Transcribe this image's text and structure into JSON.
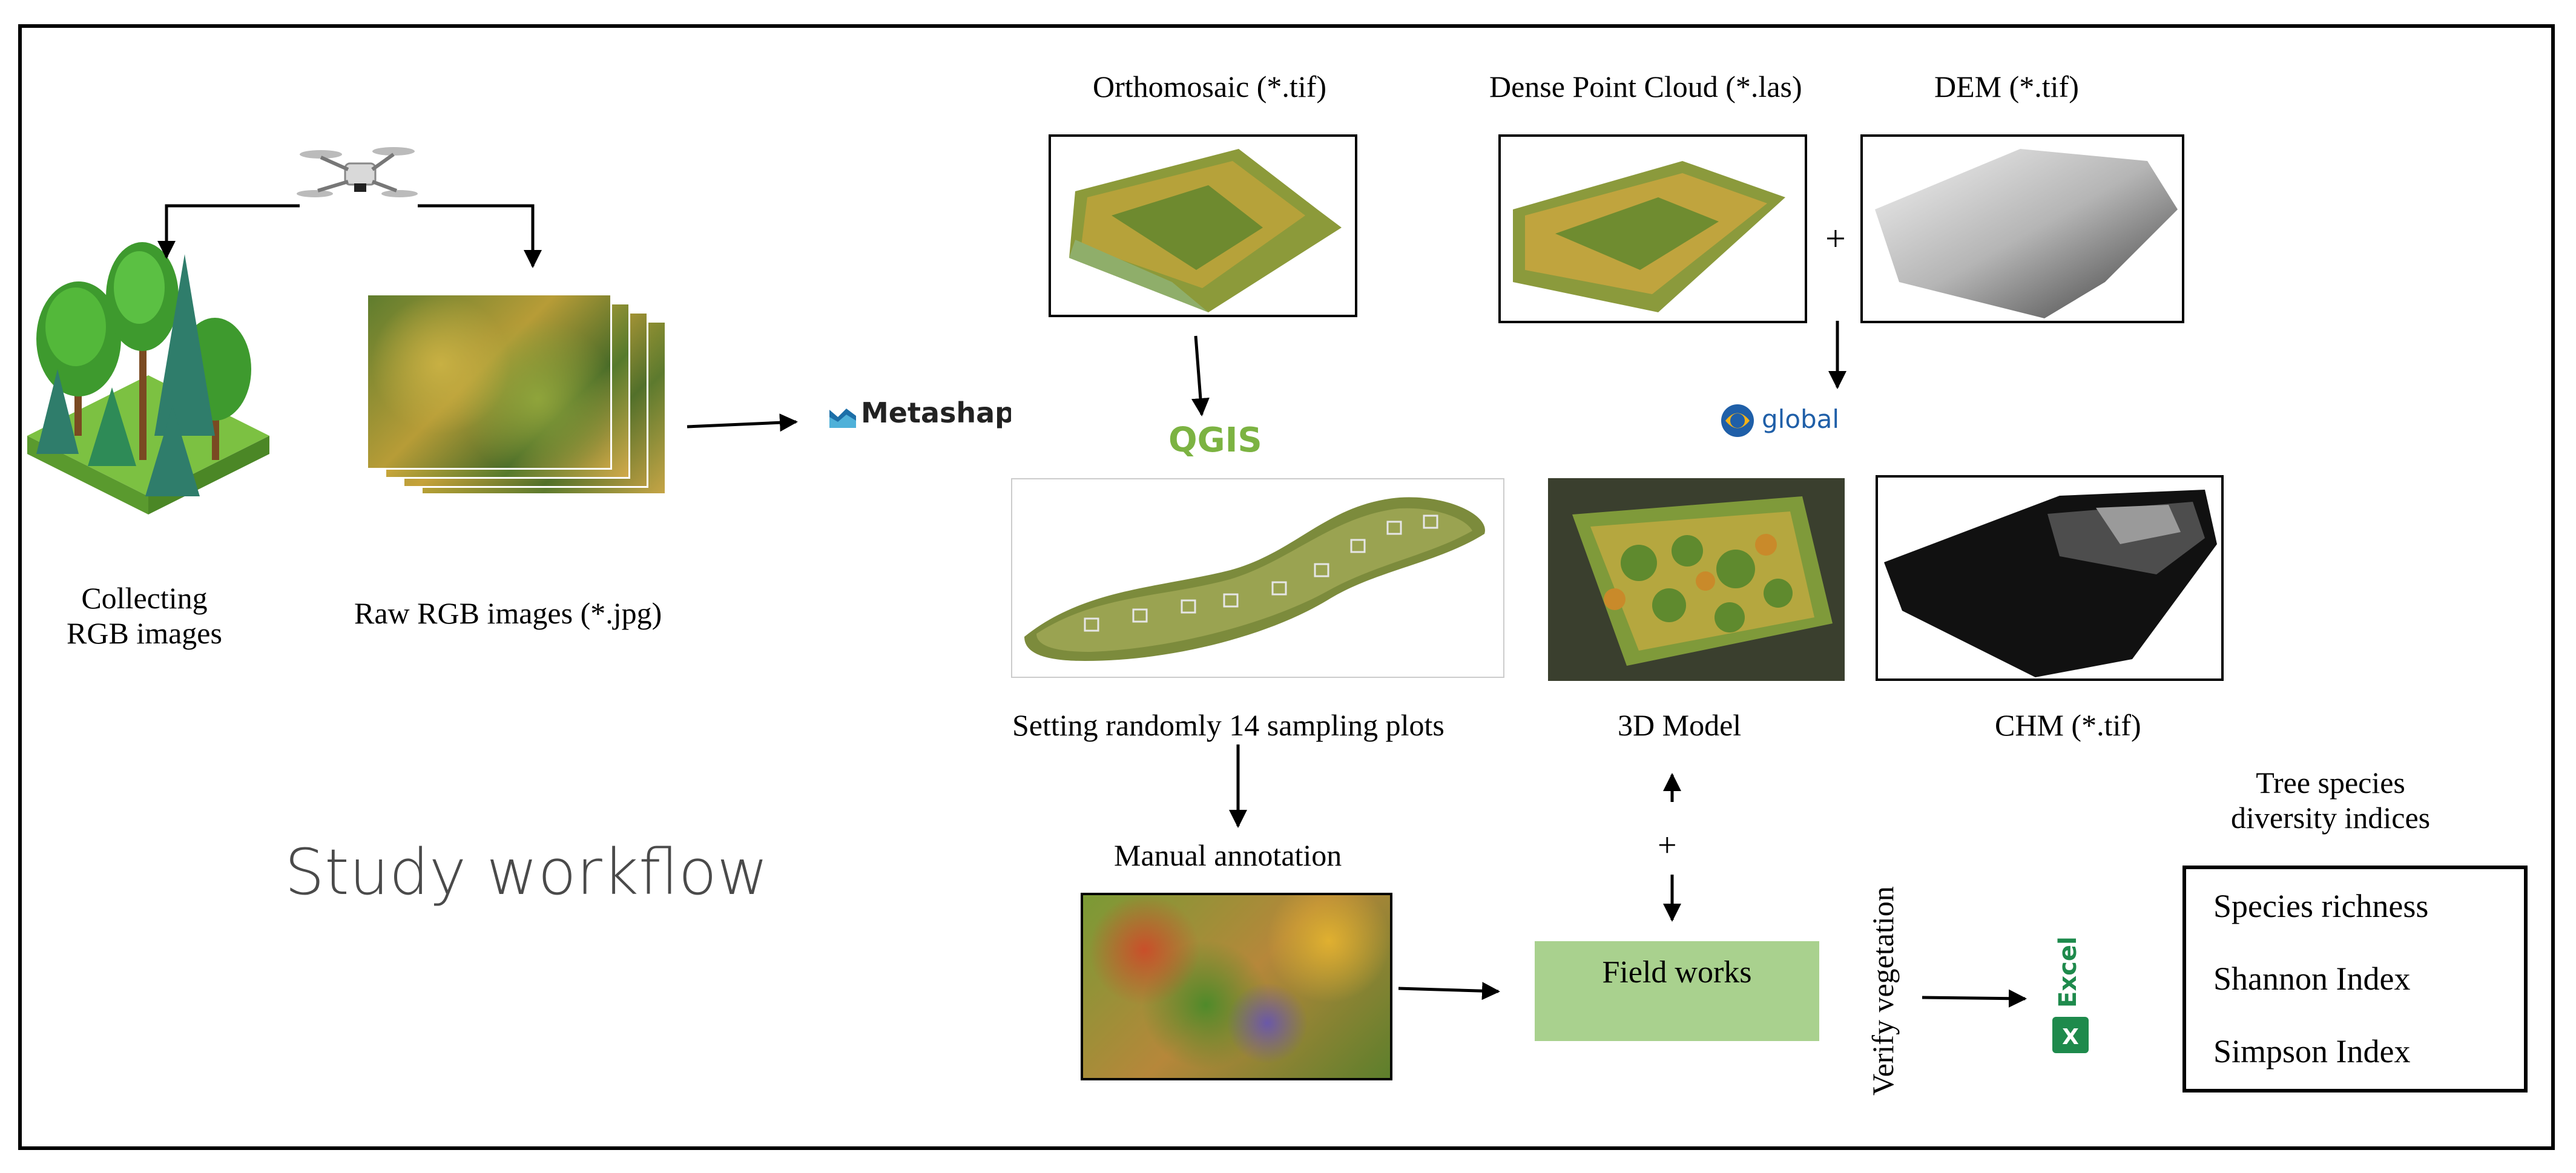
{
  "title": "Study workflow",
  "labels": {
    "collecting": [
      "Collecting",
      "RGB images"
    ],
    "raw_images": "Raw RGB images (*.jpg)",
    "orthomosaic": "Orthomosaic (*.tif)",
    "dense_cloud": "Dense Point Cloud (*.las)",
    "dem": "DEM (*.tif)",
    "sampling": "Setting randomly 14 sampling plots",
    "model3d": "3D Model",
    "chm": "CHM (*.tif)",
    "manual": "Manual annotation",
    "field": "Field works",
    "verify": "Verify vegetation",
    "indices_title": [
      "Tree species",
      "diversity indices"
    ],
    "plus": "+"
  },
  "indices": [
    "Species richness",
    "Shannon Index",
    "Simpson Index"
  ],
  "logos": {
    "metashape": "Metashape",
    "qgis": "QGIS",
    "global_mapper": "global mapper",
    "excel": "Excel"
  },
  "colors": {
    "field_box": "#a9d18e",
    "qgis": "#7cb342",
    "excel": "#1e8a4c",
    "metashape": "#1c6fa8",
    "global_mapper": "#1f5fa8"
  }
}
